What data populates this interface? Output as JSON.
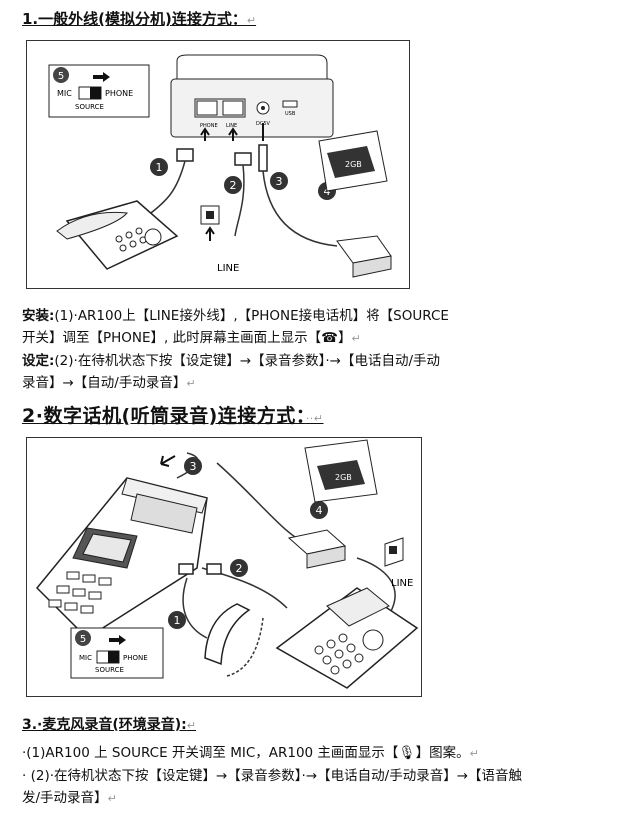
{
  "section1": {
    "heading": "1.一般外线(模拟分机)连接方式：",
    "figure": {
      "switch_number": "5",
      "switch_left": "MIC",
      "switch_right": "PHONE",
      "switch_caption": "SOURCE",
      "port_phone": "PHONE",
      "port_line": "LINE",
      "port_dc": "DC5V",
      "port_usb": "USB",
      "callouts": [
        "1",
        "2",
        "3",
        "4"
      ],
      "line_label": "LINE",
      "sd_label": "2GB"
    },
    "install_label": "安装:",
    "install_text_1": "(1)·AR100上【LINE接外线】,【PHONE接电话机】将【SOURCE",
    "install_text_2": "开关】调至【PHONE】,  此时屏幕主画面上显示【☎】",
    "settings_label": "设定:",
    "settings_text_1": "(2)·在待机状态下按【设定键】→【录音参数】·→【电话自动/手动",
    "settings_text_2": "录音】→【自动/手动录音】"
  },
  "section2": {
    "heading": "2·数字话机(听筒录音)连接方式：",
    "figure": {
      "callouts": [
        "1",
        "2",
        "3",
        "4",
        "5"
      ],
      "switch_left": "MIC",
      "switch_right": "PHONE",
      "switch_caption": "SOURCE",
      "line_label": "LINE",
      "sd_label": "2GB"
    }
  },
  "section3": {
    "heading": "3.·麦克风录音(环境录音):",
    "step1": "·(1)AR100 上 SOURCE 开关调至 MIC，AR100 主画面显示【🎙】图案。",
    "step2_1": "· (2)·在待机状态下按【设定键】→【录音参数】·→【电话自动/手动录音】→【语音触",
    "step2_2": "发/手动录音】"
  },
  "marks": {
    "para": "↵",
    "heading2_extra": "··↵"
  }
}
